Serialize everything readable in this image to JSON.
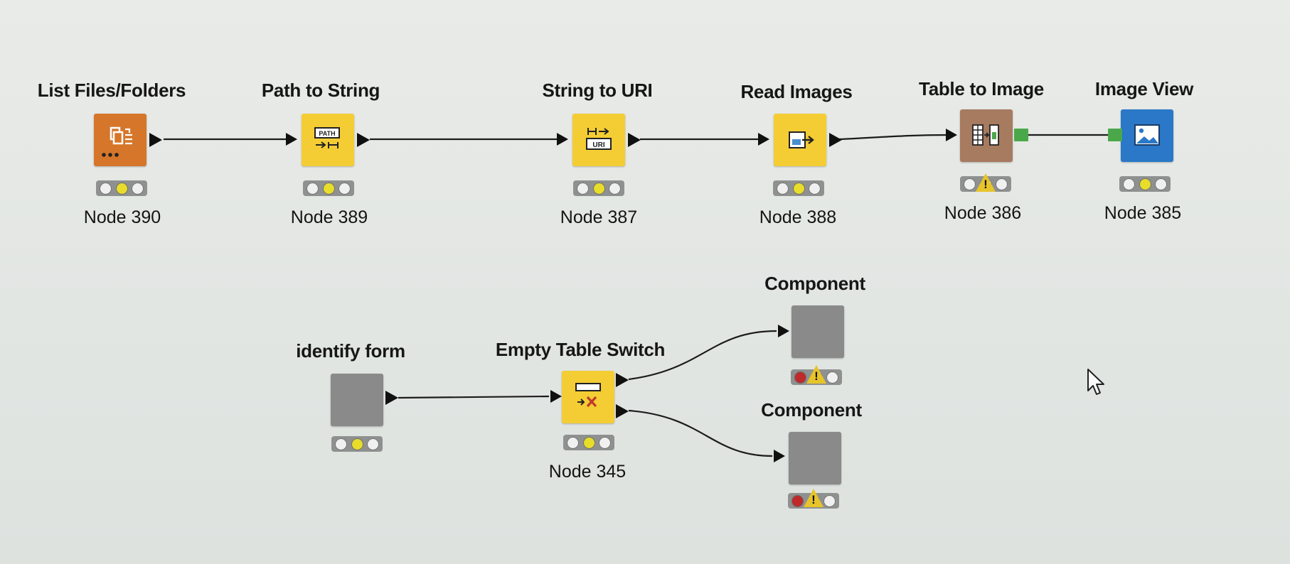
{
  "colors": {
    "canvas": "#e5e8e5",
    "manipulator_node": "#f4cd34",
    "source_node": "#d6762a",
    "other_node": "#a77b60",
    "view_node": "#2a78c7",
    "component_node": "#8a8a8a",
    "image_port": "#4aa84a",
    "status_yellow": "#e9dd2c",
    "status_red": "#c0292a",
    "warning": "#e7c42a"
  },
  "nodes": [
    {
      "id": "list-files",
      "title": "List Files/Folders",
      "label": "Node 390",
      "icon": "list-files-icon",
      "status": "configured"
    },
    {
      "id": "path-to-string",
      "title": "Path to String",
      "label": "Node 389",
      "icon": "path-to-string-icon",
      "status": "configured"
    },
    {
      "id": "string-to-uri",
      "title": "String to URI",
      "label": "Node 387",
      "icon": "string-to-uri-icon",
      "status": "configured"
    },
    {
      "id": "read-images",
      "title": "Read Images",
      "label": "Node 388",
      "icon": "read-images-icon",
      "status": "configured"
    },
    {
      "id": "table-to-image",
      "title": "Table to Image",
      "label": "Node 386",
      "icon": "table-to-image-icon",
      "status": "warning"
    },
    {
      "id": "image-view",
      "title": "Image View",
      "label": "Node 385",
      "icon": "image-view-icon",
      "status": "configured"
    },
    {
      "id": "identify-form",
      "title": "identify form",
      "label": "",
      "icon": "component-icon",
      "status": "configured"
    },
    {
      "id": "empty-table-switch",
      "title": "Empty Table Switch",
      "label": "Node 345",
      "icon": "empty-table-switch-icon",
      "status": "configured"
    },
    {
      "id": "component-1",
      "title": "Component",
      "label": "",
      "icon": "component-icon",
      "status": "error-warning"
    },
    {
      "id": "component-2",
      "title": "Component",
      "label": "",
      "icon": "component-icon",
      "status": "error-warning"
    }
  ],
  "icons": {
    "path_text": "PATH",
    "uri_text": "URI",
    "warning_mark": "!"
  }
}
